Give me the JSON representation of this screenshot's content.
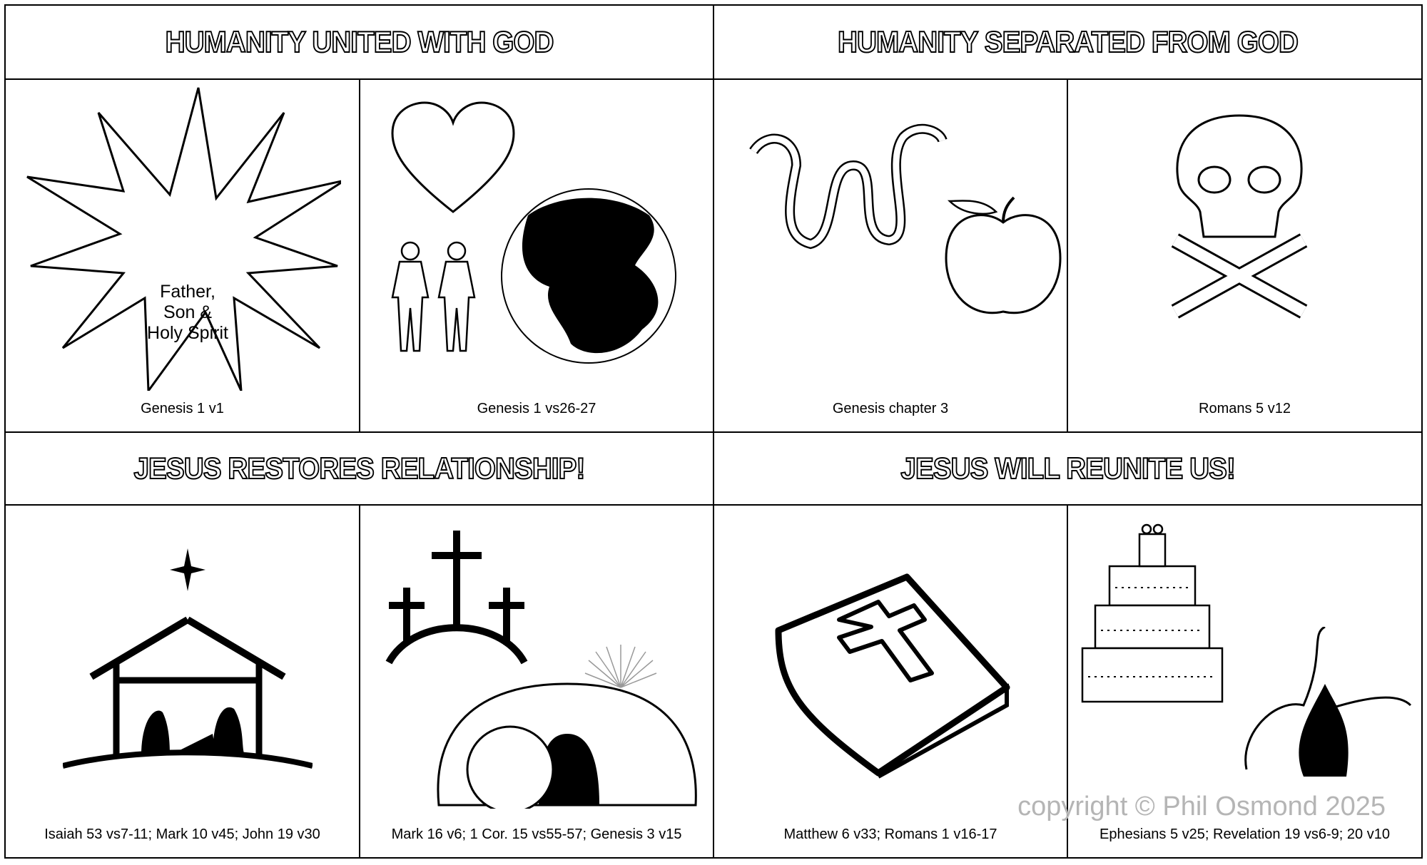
{
  "sections": [
    {
      "title": "HUMANITY UNITED WITH GOD"
    },
    {
      "title": "HUMANITY SEPARATED FROM GOD"
    },
    {
      "title": "JESUS RESTORES RELATIONSHIP!"
    },
    {
      "title": "JESUS WILL REUNITE US!"
    }
  ],
  "panels": [
    {
      "icon": "star-icon",
      "label": "Father, Son & Holy Spirit",
      "caption": "Genesis 1 v1"
    },
    {
      "icon": "heart-people-earth-icon",
      "caption": "Genesis 1 vs26-27"
    },
    {
      "icon": "serpent-apple-icon",
      "caption": "Genesis chapter 3"
    },
    {
      "icon": "skull-crossbones-icon",
      "caption": "Romans 5 v12"
    },
    {
      "icon": "nativity-icon",
      "caption": "Isaiah 53 vs7-11; Mark 10 v45; John 19 v30"
    },
    {
      "icon": "crosses-tomb-icon",
      "caption": "Mark 16 v6; 1 Cor. 15 vs55-57; Genesis 3 v15"
    },
    {
      "icon": "bible-icon",
      "caption": "Matthew 6 v33; Romans 1 v16-17"
    },
    {
      "icon": "wedding-cake-dragon-fire-icon",
      "caption": "Ephesians 5 v25; Revelation 19 vs6-9; 20 v10"
    }
  ],
  "copyright": "copyright © Phil Osmond 2025"
}
